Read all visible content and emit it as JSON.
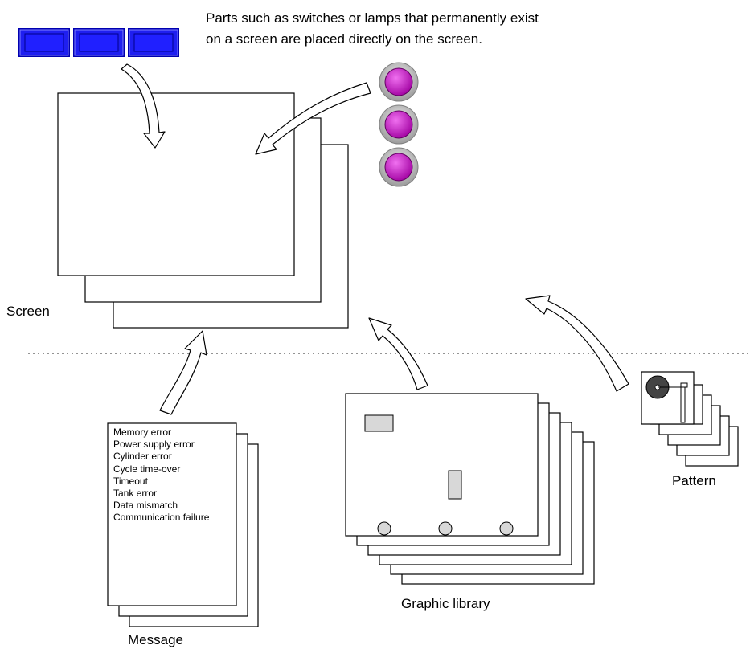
{
  "intro_text": [
    "Parts such as switches or lamps that permanently exist",
    "on a screen are placed directly on the screen."
  ],
  "labels": {
    "screen": "Screen",
    "message": "Message",
    "graphic_library": "Graphic library",
    "pattern": "Pattern"
  },
  "messages": [
    "Memory error",
    "Power supply error",
    "Cylinder error",
    "Cycle time-over",
    "Timeout",
    "Tank error",
    "Data mismatch",
    "Communication failure"
  ],
  "colors": {
    "switch_fill": "#1f1ff0",
    "switch_border": "#0000a0",
    "lamp_fill": "#d010d0",
    "lamp_ring": "#b0b0b0",
    "library_parts": "#d8d8d8",
    "divider": "#555555"
  },
  "icons": [
    "switch-icon",
    "lamp-icon",
    "reel-icon"
  ]
}
